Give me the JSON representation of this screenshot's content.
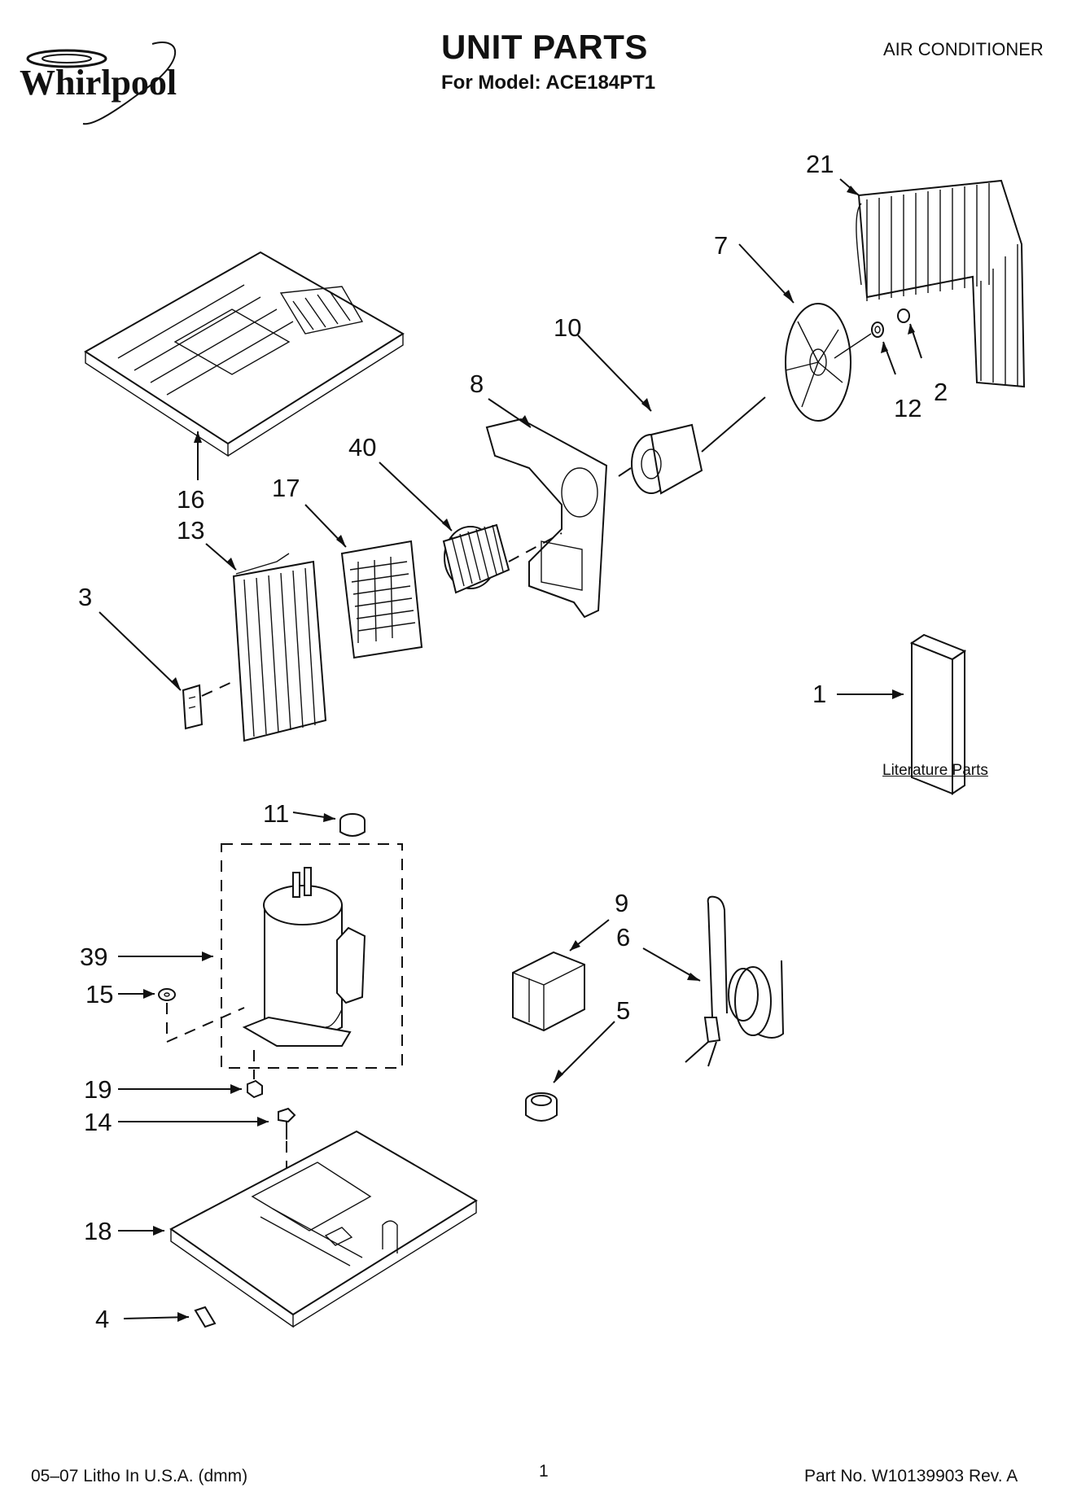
{
  "header": {
    "brand": "Whirlpool",
    "title": "UNIT PARTS",
    "subtitle": "For Model: ACE184PT1",
    "category": "AIR CONDITIONER"
  },
  "callouts": {
    "c21": "21",
    "c7": "7",
    "c10": "10",
    "c12": "12",
    "c2": "2",
    "c8": "8",
    "c40": "40",
    "c16": "16",
    "c17": "17",
    "c13": "13",
    "c3": "3",
    "c1": "1",
    "c11": "11",
    "c39": "39",
    "c15": "15",
    "c9": "9",
    "c6": "6",
    "c5": "5",
    "c19": "19",
    "c14": "14",
    "c18": "18",
    "c4": "4"
  },
  "literature_label": "Literature Parts",
  "footer": {
    "left": "05–07 Litho In U.S.A. (dmm)",
    "center": "1",
    "right": "Part No. W10139903 Rev. A"
  }
}
